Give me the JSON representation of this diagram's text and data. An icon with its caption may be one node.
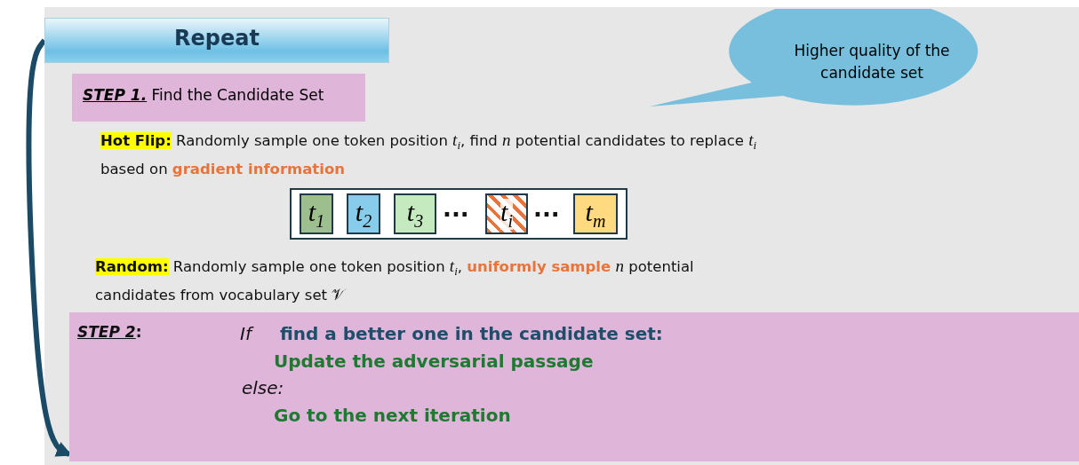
{
  "diagram": {
    "nodes": [
      {
        "text": [
          "Repeat"
        ]
      },
      {
        "text": [
          "**STEP 1.** Find the Candidate Set"
        ]
      },
      {
        "text": [
          "Higher quality of the candidate set"
        ]
      },
      {
        "text": [],
        "shape": "box"
      },
      {
        "text": [
          "*t*$_{1}$"
        ],
        "in": 3
      },
      {
        "text": [
          "*t*$_{2}$"
        ],
        "in": 3
      },
      {
        "text": [
          "*t*$_{3}$"
        ],
        "in": 3
      },
      {
        "text": [
          "*t*$_{i}$"
        ],
        "in": 3
      },
      {
        "text": [
          "*t*$_{m}$"
        ],
        "in": 3
      },
      {
        "text": [
          "**STEP 2**:",
          "If",
          "find a better one in the candidate set:",
          "Update the adversarial passage",
          "else:",
          "Go to the next iteration"
        ]
      }
    ],
    "edges": [
      {
        "from": 0,
        "to": 9,
        "arrow": "to"
      }
    ],
    "labels": [
      "**Hot Flip:** Randomly sample one token position *t*$_{i}$, find *n* potential candidates to replace *t*$_{i}$ based on **gradient information**",
      "...",
      "...",
      "**Random:** Randomly sample one token position *t*$_{i}$, **uniformly sample** *n* potential candidates from vocabulary  set 𝒱"
    ]
  }
}
